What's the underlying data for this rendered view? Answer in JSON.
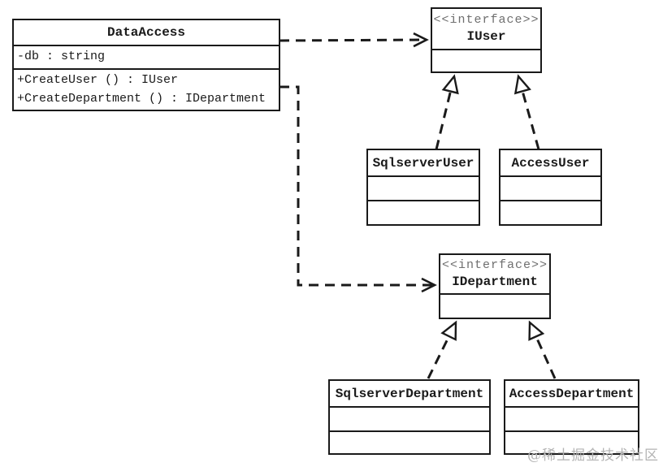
{
  "classes": {
    "dataAccess": {
      "name": "DataAccess",
      "attributes": [
        "-db : string"
      ],
      "methods": [
        "+CreateUser () : IUser",
        "+CreateDepartment () : IDepartment"
      ]
    },
    "iUser": {
      "stereotype": "<<interface>>",
      "name": "IUser"
    },
    "sqlserverUser": {
      "name": "SqlserverUser"
    },
    "accessUser": {
      "name": "AccessUser"
    },
    "iDepartment": {
      "stereotype": "<<interface>>",
      "name": "IDepartment"
    },
    "sqlserverDepartment": {
      "name": "SqlserverDepartment"
    },
    "accessDepartment": {
      "name": "AccessDepartment"
    }
  },
  "relations": [
    {
      "from": "DataAccess",
      "to": "IUser",
      "type": "dependency"
    },
    {
      "from": "DataAccess",
      "to": "IDepartment",
      "type": "dependency"
    },
    {
      "from": "SqlserverUser",
      "to": "IUser",
      "type": "realization"
    },
    {
      "from": "AccessUser",
      "to": "IUser",
      "type": "realization"
    },
    {
      "from": "SqlserverDepartment",
      "to": "IDepartment",
      "type": "realization"
    },
    {
      "from": "AccessDepartment",
      "to": "IDepartment",
      "type": "realization"
    }
  ],
  "watermark": "@稀土掘金技术社区",
  "colors": {
    "line": "#1a1a1a",
    "stereotype": "#6f6f6f",
    "watermark": "#b3b3b3",
    "background": "#ffffff"
  }
}
